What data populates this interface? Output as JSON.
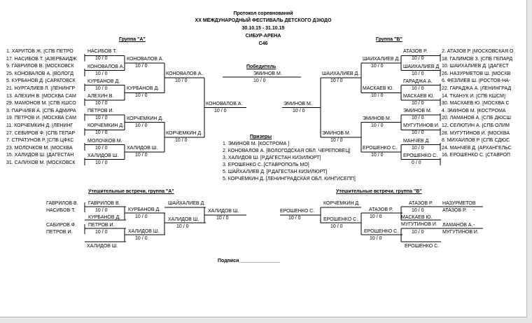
{
  "header": {
    "title": "Протокол соревнований",
    "festival": "XX МЕЖДУНАРОДНЫЙ ФЕСТИВАЛЬ ДЕТСКОГО ДЗЮДО",
    "dates": "30.10.15 - 31.10.15",
    "arena": "СИБУР-АРЕНА",
    "category": "С46"
  },
  "group_a": {
    "title": "Группа \"А\"",
    "entries": [
      "1. ХАРИТОВ Ж. [СПБ ПЕТРО",
      "17. НАСИБОВ Т. [АЗЕРБАЙДЖ",
      "9. ГАВРИЛОВ В. [МОСКОВСК",
      "25. КОНОВАЛОВ А. [ВОЛОГД",
      "5. КУРБАНОВ Д. [САРАТОВСК",
      "21. НУРГАЛИЕВ Л. [ЛЕНИНГР",
      "13. АЛЕХИН В. [МОСКВА САМ",
      "29. МАМОНОВ М. [СПБ КШСО",
      "3. ПАРЧИЕВ А. [СПБ АДМИРА",
      "19. ПЕТРОВ И. [МОСКВА САМ",
      "11. КОРЧЕМКИН Д. [ЛЕНИНГ",
      "27. СЕБИРОВ Ф. [СПБ ГЕПАР",
      "7. СТРАТУНОВ Р. [СПБ ЦФКС",
      "23. МОЛОЧКОВ М. [МОСКВА",
      "15. ХАЛИДОВ Ш. [ДАГЕСТАН",
      "31. САЛИХОВ М. [МОСКОВСК"
    ],
    "r1": [
      "НАСИБОВ Т.",
      "КОНОВАЛОВ А.",
      "КУРБАНОВ Д.",
      "АЛЕХИН В.",
      "ПЕТРОВ И.",
      "КОРЧЕМКИН Д.",
      "МОЛОЧКОВ М.",
      "ХАЛИДОВ Ш."
    ],
    "r2": [
      "КОНОВАЛОВ А.",
      "КУРБАНОВ Д.",
      "КОРЧЕМКИН Д.",
      "ХАЛИДОВ Ш."
    ],
    "r3": [
      "КОНОВАЛОВ А.",
      "КОРЧЕМКИН Д."
    ],
    "final": "КОНОВАЛОВ А."
  },
  "group_b": {
    "title": "Группа \"В\"",
    "entries": [
      "2. АТАЗОВ Р. [МОСКОВСКАЯ О",
      "18. ГАЛИМОВ З. [СПБ ГЕПАРД",
      "10. ШАЙХАЛИЕВ Д. [ДАГЕСТ",
      "26. НАЗУРМЕТОВ Ш. [МОСКВ",
      "6. ФЕЗЛИЕВ Ш. [РОСТОВ-НА-",
      "22. ГАРАДЖА А. [ЛЕНИНГРАД",
      "14. ТКАНУК И. [СПБ КШСМ]",
      "30. МАСКАЕВ Ю. [МОСКВА С",
      "4. ЭМИНОВ М. [КОСТРОМА",
      "20. ЛАМАНОВ А. [СПБ ДЮСШ",
      "12. СЕЛЮТИН А. [СПБ ОЛИМ",
      "28. МУГУТИНОВ И. [МОСКВА",
      "8. МИХАЙЛОВ Р. [СПБ СДЮС",
      "24. МАНЧЕВ Д. [АРХАНГЕЛЬС",
      "16. ЕРОШЕНКО С. [СТАВРОП"
    ],
    "r1": [
      "АТАЗОВ Р.",
      "ШАЙХАЛИЕВ Д.",
      "ГАРАДЖА А.",
      "МАСКАЕВ Ю.",
      "ЭМИНОВ М.",
      "МУГУТИНОВ И.",
      "МАНЧЕВ Д.",
      "ЕРОШЕНКО С."
    ],
    "r2": [
      "ШАЙХАЛИЕВ Д.",
      "МАСКАЕВ Ю.",
      "ЭМИНОВ М.",
      "ЕРОШЕНКО С."
    ],
    "r3": [
      "ШАЙХАЛИЕВ Д.",
      "ЭМИНОВ М."
    ],
    "final": "ЭМИНОВ М.",
    "score_zero": "0 / 0"
  },
  "winner": {
    "label": "Победитель",
    "name": "ЭМИНОВ М."
  },
  "score": "10 / 0",
  "prizes": {
    "label": "Призеры",
    "rows": [
      "1. ЭМИНОВ М.   [КОСТРОМА  ]",
      "2. КОНОВАЛОВ А.   [ВОЛОГОДСКАЯ ОБЛ. ЧЕРЕПОВЕЦ]",
      "3. ХАЛИДОВ Ш.   [Р.ДАГЕСТАН  КИЗИЛЮРТ]",
      "3. ЕРОШЕНКО С.   [СТАВРОПОЛЬ  МО]",
      "5. ШАЙХАЛИЕВ Д.   [Р.ДАГЕСТАН  КИЗИЛЮРТ]",
      "5. КОРЧЕМКИН Д.   [ЛЕНИНГРАДСКАЯ ОБЛ.  КИНГИСЕПП]"
    ]
  },
  "consolation_a": {
    "title": "Утешительные встречи, группа \"А\"",
    "names": {
      "gavrilov": "ГАВРИЛОВ В.",
      "nasibov": "НАСИБОВ Т.",
      "kurbanov": "КУРБАНОВ Д.",
      "sabirov": "САБИРОВ Ф.",
      "petrov": "ПЕТРОВ И.",
      "khalidov": "ХАЛИДОВ Ш.",
      "shaykhaliev": "ШАЙХАЛИЕВ Д."
    }
  },
  "consolation_b": {
    "title": "Утешительные встречи, группа \"В\"",
    "names": {
      "eroshenko": "ЕРОШЕНКО С.",
      "korchemkin": "КОРЧЕМКИН Д.",
      "atazov": "АТАЗОВ Р.",
      "maskaev": "МАСКАЕВ Ю.",
      "mugutinov": "МУГУТИНОВ И.",
      "nazurmetov": "НАЗУРМЕТОВ",
      "lamanov": "ЛАМАНОВ А."
    },
    "dash": "-"
  },
  "signature": "Подписи_______________"
}
